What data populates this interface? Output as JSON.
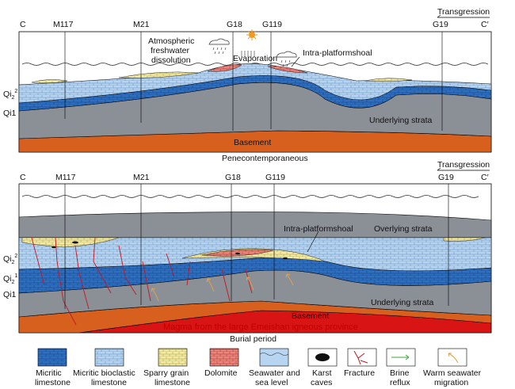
{
  "top_panel": {
    "well_labels": [
      "C",
      "M117",
      "M21",
      "G18",
      "G119",
      "G19",
      "C′"
    ],
    "transgression": "Transgression",
    "annotations": {
      "atmospheric_line1": "Atmospheric",
      "atmospheric_line2": "freshwater",
      "atmospheric_line3": "dissolution",
      "evaporation": "Evaporation",
      "intra_platform_shoal": "Intra-platformshoal",
      "underlying_strata": "Underlying strata",
      "basement": "Basement"
    },
    "layer_labels": {
      "qi2": "Qi",
      "qi2_sub": "2",
      "qi2_sup": "2",
      "qi1": "Qi1"
    },
    "caption": "Penecontemporaneous"
  },
  "bottom_panel": {
    "well_labels": [
      "C",
      "M117",
      "M21",
      "G18",
      "G119",
      "G19",
      "C′"
    ],
    "transgression": "Transgression",
    "annotations": {
      "intra_platform_shoal": "Intra-platformshoal",
      "overlying_strata": "Overlying strata",
      "underlying_strata": "Underlying strata",
      "basement": "Basement",
      "magma": "Magma from the large Emeishan igneous province"
    },
    "layer_labels": {
      "qi2": "Qi",
      "qi2_sub": "2",
      "qi2_sup": "2",
      "qi2b": "Qi",
      "qi2b_sub": "2",
      "qi2b_sup": "1",
      "qi1": "Qi1"
    },
    "caption": "Burial period"
  },
  "legend": [
    {
      "line1": "Micritic",
      "line2": "limestone",
      "icon": "micritic-limestone-swatch"
    },
    {
      "line1": "Micritic bioclastic",
      "line2": "limestone",
      "icon": "micritic-bioclastic-limestone-swatch"
    },
    {
      "line1": "Sparry grain",
      "line2": "limestone",
      "icon": "sparry-grain-limestone-swatch"
    },
    {
      "line1": "Dolomite",
      "line2": "",
      "icon": "dolomite-swatch"
    },
    {
      "line1": "Seawater and",
      "line2": "sea level",
      "icon": "seawater-swatch"
    },
    {
      "line1": "Karst",
      "line2": "caves",
      "icon": "karst-cave-icon"
    },
    {
      "line1": "Fracture",
      "line2": "",
      "icon": "fracture-icon"
    },
    {
      "line1": "Brine",
      "line2": "reflux",
      "icon": "brine-reflux-icon"
    },
    {
      "line1": "Warm seawater",
      "line2": "migration",
      "icon": "warm-seawater-arrow-icon"
    }
  ],
  "colors": {
    "micritic": "#2f6fc0",
    "bioclastic": "#b7d4f0",
    "sparry": "#f3eaa4",
    "dolomite": "#e9857b",
    "seawater": "#ffffff",
    "underlying": "#8b8f96",
    "overlying": "#8b8f96",
    "basement": "#d7601f",
    "magma": "#d81414",
    "fracture": "#c8141e",
    "brine": "#3aa83a",
    "warm": "#e3a14a"
  }
}
